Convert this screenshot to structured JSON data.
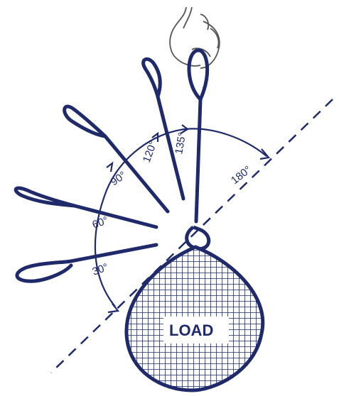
{
  "load": {
    "label": "LOAD"
  },
  "angles": [
    {
      "id": "30",
      "label": "30°"
    },
    {
      "id": "60",
      "label": "60°"
    },
    {
      "id": "90",
      "label": "90°"
    },
    {
      "id": "120",
      "label": "120°"
    },
    {
      "id": "135",
      "label": "135°"
    },
    {
      "id": "180",
      "label": "180°"
    }
  ],
  "colors": {
    "ink": "#1f2a6b",
    "hook": "#555555",
    "background": "#ffffff"
  }
}
